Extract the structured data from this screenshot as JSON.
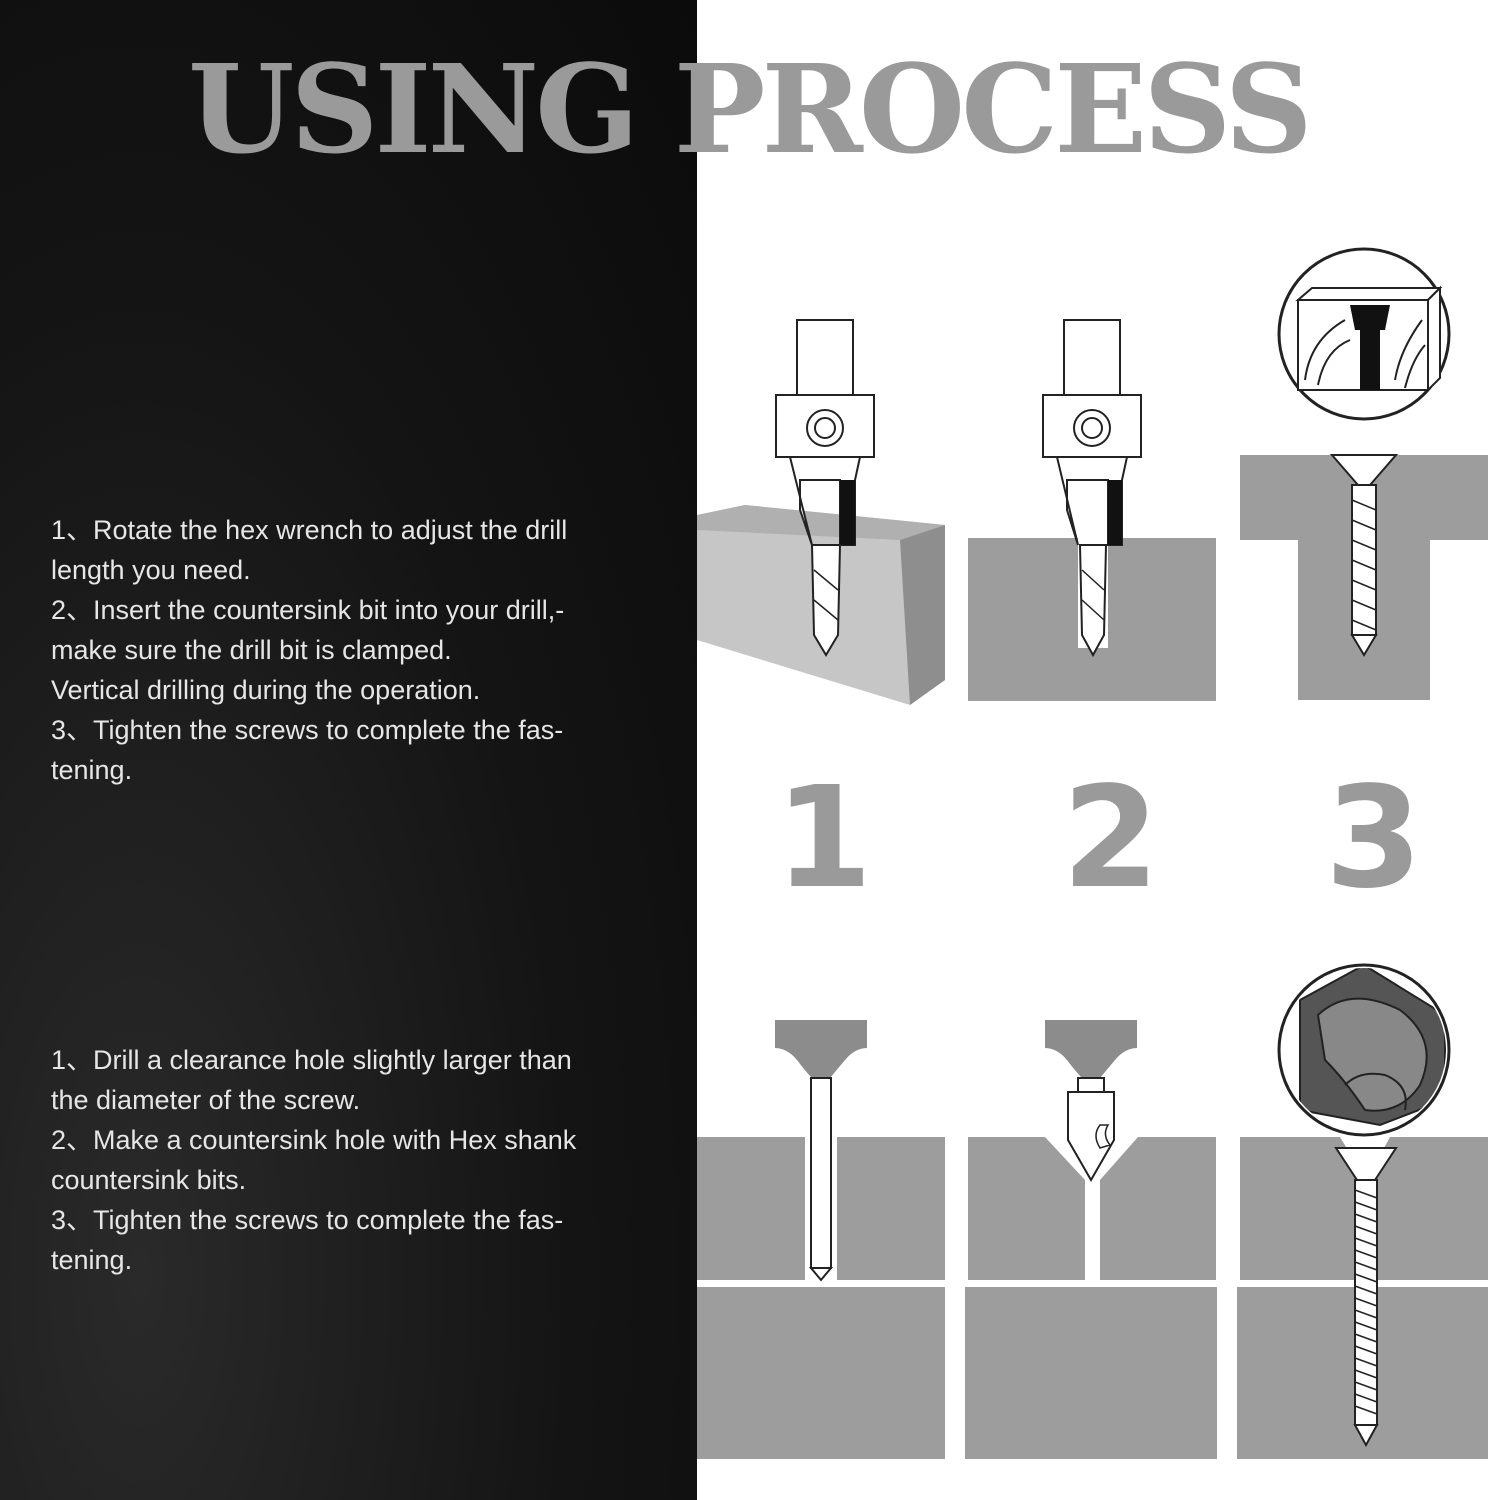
{
  "title": "USING PROCESS",
  "step_numbers": [
    "1",
    "2",
    "3"
  ],
  "instructions_top": [
    "1、Rotate the hex wrench to adjust the drill",
    "length you need.",
    "2、Insert the countersink bit into your drill,-",
    "make sure the drill bit is clamped.",
    "Vertical drilling during the operation.",
    "3、Tighten the screws to complete the fas-",
    "tening."
  ],
  "instructions_bottom": [
    "1、Drill a clearance hole slightly larger than",
    "the diameter of the screw.",
    "2、Make a countersink hole with Hex shank",
    "countersink bits.",
    "3、Tighten the screws to complete the fas-",
    "tening."
  ],
  "colors": {
    "dark_panel": "#111111",
    "title_gray": "#9a9a9a",
    "wood_gray": "#9d9d9d",
    "text_light": "#e6e6e6"
  }
}
